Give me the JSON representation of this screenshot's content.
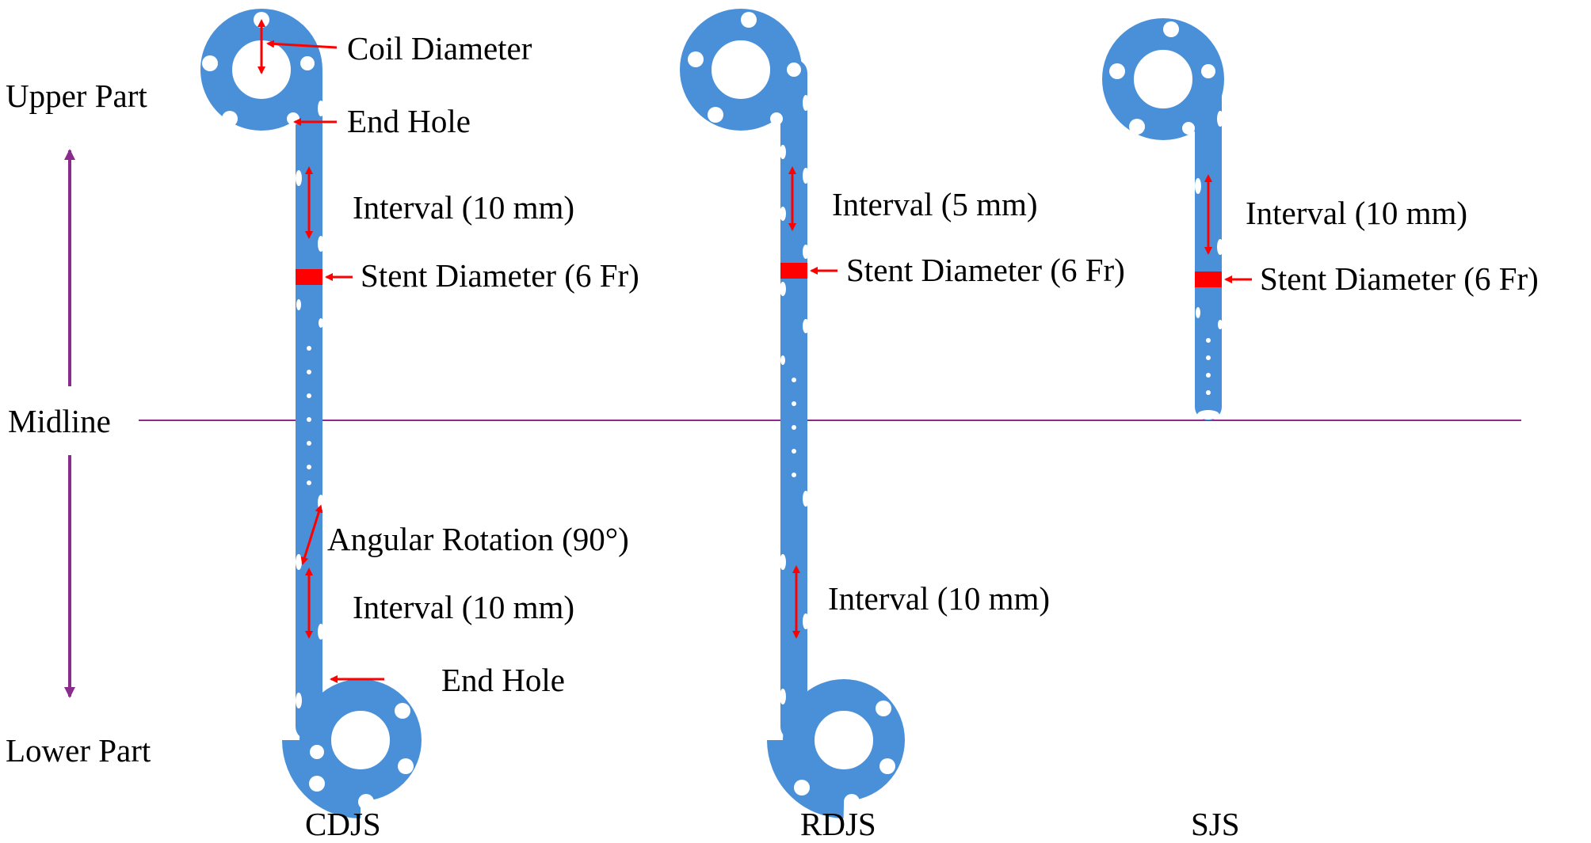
{
  "colors": {
    "stent": "#4a90d9",
    "hole": "#ffffff",
    "annotation": "#ff0000",
    "axis": "#8a2b8e",
    "text": "#000000"
  },
  "side_labels": {
    "upper": "Upper Part",
    "midline": "Midline",
    "lower": "Lower Part"
  },
  "stents": [
    {
      "name": "CDJS",
      "labels": {
        "coil_diameter": "Coil Diameter",
        "end_hole_upper": "End Hole",
        "interval_upper": "Interval (10 mm)",
        "stent_diameter": "Stent Diameter (6 Fr)",
        "angular_rotation": "Angular Rotation (90°)",
        "interval_lower": "Interval (10 mm)",
        "end_hole_lower": "End Hole"
      }
    },
    {
      "name": "RDJS",
      "labels": {
        "interval_upper": "Interval (5 mm)",
        "stent_diameter": "Stent Diameter (6 Fr)",
        "interval_lower": "Interval (10 mm)"
      }
    },
    {
      "name": "SJS",
      "labels": {
        "interval_upper": "Interval (10 mm)",
        "stent_diameter": "Stent Diameter (6 Fr)"
      }
    }
  ]
}
